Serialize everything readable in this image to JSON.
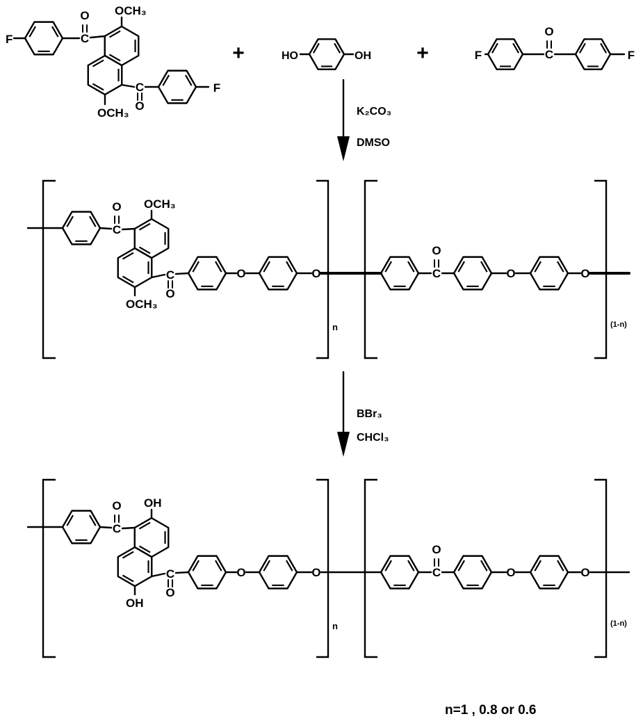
{
  "atoms": {
    "C": "C",
    "O": "O",
    "F": "F"
  },
  "reactants": {
    "methoxy": "OCH₃",
    "plus": "+",
    "hydroquinone_left": "HO",
    "hydroquinone_right": "OH"
  },
  "step1": {
    "reagent": "K₂CO₃",
    "solvent": "DMSO"
  },
  "polymer1": {
    "substituent": "OCH₃",
    "repeat_n": "n",
    "repeat_1n": "(1-n)"
  },
  "step2": {
    "reagent": "BBr₃",
    "solvent": "CHCl₃"
  },
  "polymer2": {
    "substituent": "OH",
    "repeat_n": "n",
    "repeat_1n": "(1-n)"
  },
  "footnote": "n=1 , 0.8 or  0.6"
}
